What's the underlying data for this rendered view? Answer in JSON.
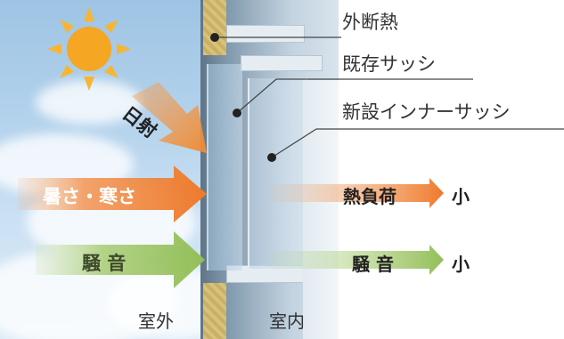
{
  "callouts": {
    "outer_insulation": "外断熱",
    "existing_sash": "既存サッシ",
    "new_inner_sash": "新設インナーサッシ"
  },
  "sun_label": "日射",
  "heat_label": "暑さ・寒さ",
  "noise_label": "騒 音",
  "results": {
    "heat_load": "熱負荷",
    "heat_load_value": "小",
    "noise": "騒 音",
    "noise_value": "小"
  },
  "zones": {
    "outside": "室外",
    "inside": "室内"
  },
  "colors": {
    "sun": "#f5a623",
    "heat_arrow": "#f07f2f",
    "noise_arrow": "#97c15d",
    "sky": "#b3d2ec"
  },
  "icons": [
    "sun-icon",
    "callout-dot"
  ]
}
